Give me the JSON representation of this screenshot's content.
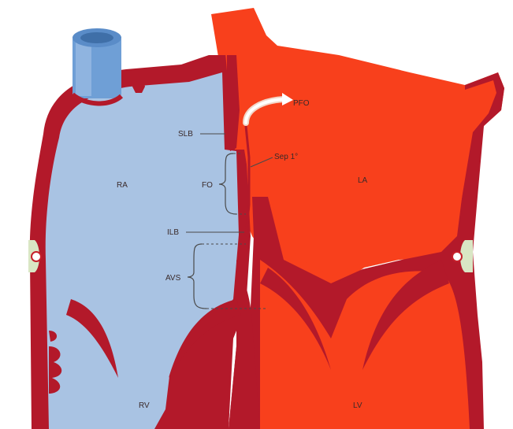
{
  "labels": {
    "ra": "RA",
    "la": "LA",
    "rv": "RV",
    "lv": "LV",
    "pfo": "PFO",
    "slb": "SLB",
    "fo": "FO",
    "sep1": "Sep 1°",
    "ilb": "ILB",
    "avs": "AVS"
  },
  "colors": {
    "right_chamber": "#a9c3e3",
    "left_chamber": "#f8401c",
    "myocardium": "#b3192a",
    "vessel": "#6f9fd6",
    "annulus": "#d9e6c4"
  },
  "icons": {
    "pfo_arrow": "curved-arrow-icon",
    "svc": "vessel-tube-icon"
  }
}
